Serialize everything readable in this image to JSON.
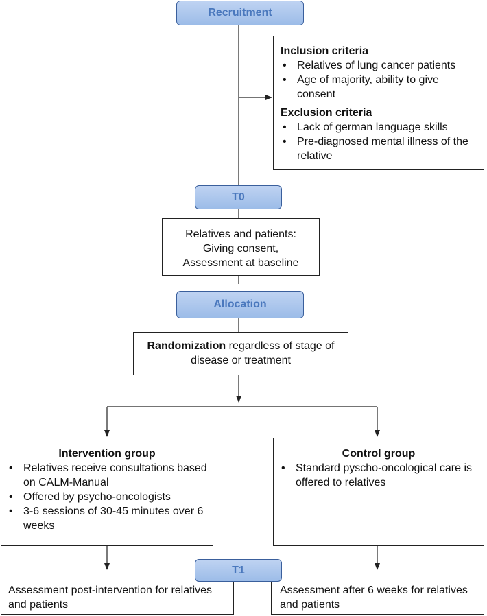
{
  "phases": {
    "recruitment": "Recruitment",
    "t0": "T0",
    "allocation": "Allocation",
    "t1": "T1"
  },
  "criteria": {
    "inclusion_title": "Inclusion criteria",
    "inclusion_items": [
      "Relatives of lung cancer patients",
      "Age of majority, ability to give consent"
    ],
    "exclusion_title": "Exclusion criteria",
    "exclusion_items": [
      "Lack of german language skills",
      "Pre-diagnosed mental illness of the relative"
    ]
  },
  "baseline": {
    "line1": "Relatives and patients:",
    "line2": "Giving consent,",
    "line3": "Assessment at baseline"
  },
  "randomization": {
    "bold": "Randomization",
    "rest": " regardless of stage of disease or treatment"
  },
  "intervention": {
    "title": "Intervention group",
    "items": [
      "Relatives receive consultations based on CALM-Manual",
      "Offered by psycho-oncologists",
      "3-6 sessions of 30-45 minutes over 6 weeks"
    ]
  },
  "control": {
    "title": "Control group",
    "items": [
      "Standard pyscho-oncological care is offered to relatives"
    ]
  },
  "assessment": {
    "left": "Assessment post-intervention for relatives and patients",
    "right": "Assessment after 6 weeks for relatives and patients"
  },
  "colors": {
    "phase_fill": "#9cbce8",
    "phase_text": "#4a78bd",
    "line": "#222222"
  }
}
